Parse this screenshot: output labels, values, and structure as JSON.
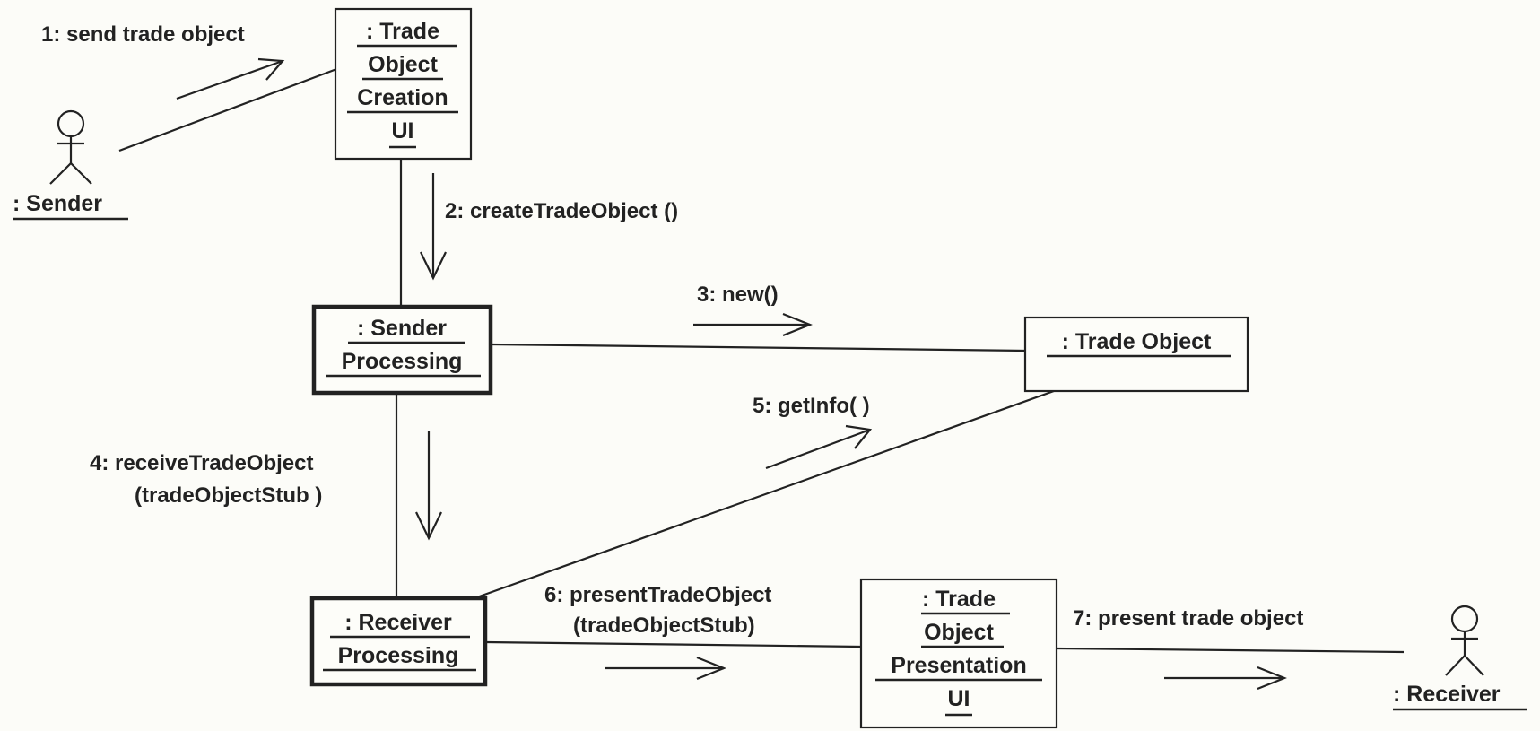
{
  "actors": {
    "sender": {
      "name": ": Sender",
      "icon": "stick-figure-icon"
    },
    "receiver": {
      "name": ": Receiver",
      "icon": "stick-figure-icon"
    }
  },
  "objects": {
    "creation_ui": {
      "lines": [
        ": Trade",
        "Object",
        "Creation",
        "UI"
      ]
    },
    "sender_processing": {
      "lines": [
        ": Sender",
        "Processing"
      ]
    },
    "trade_object": {
      "lines": [
        ": Trade Object"
      ]
    },
    "receiver_processing": {
      "lines": [
        ": Receiver",
        "Processing"
      ]
    },
    "presentation_ui": {
      "lines": [
        ": Trade",
        "Object",
        "Presentation",
        "UI"
      ]
    }
  },
  "messages": {
    "m1": {
      "lines": [
        "1: send trade object"
      ]
    },
    "m2": {
      "lines": [
        "2: createTradeObject ()"
      ]
    },
    "m3": {
      "lines": [
        "3: new()"
      ]
    },
    "m4": {
      "lines": [
        "4: receiveTradeObject",
        "(tradeObjectStub )"
      ]
    },
    "m5": {
      "lines": [
        "5: getInfo( )"
      ]
    },
    "m6": {
      "lines": [
        "6: presentTradeObject",
        "(tradeObjectStub)"
      ]
    },
    "m7": {
      "lines": [
        "7: present trade object"
      ]
    }
  }
}
